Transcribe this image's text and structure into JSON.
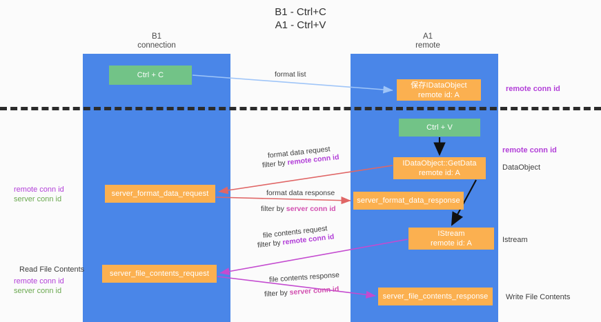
{
  "title": {
    "line1": "B1 - Ctrl+C",
    "line2": "A1 - Ctrl+V"
  },
  "columns": [
    {
      "name": "B1",
      "sub": "connection"
    },
    {
      "name": "A1",
      "sub": "remote"
    }
  ],
  "boxes": {
    "ctrl_c": {
      "line1": "Ctrl + C",
      "line2": "",
      "color": "#72c387"
    },
    "save_idataobject": {
      "line1": "保存IDataObject",
      "line2": "remote id: A",
      "color": "#fbb050"
    },
    "ctrl_v": {
      "line1": "Ctrl + V",
      "line2": "",
      "color": "#72c387"
    },
    "getdata": {
      "line1": "IDataObject::GetData",
      "line2": "remote id: A",
      "color": "#fbb050"
    },
    "server_format_data_request": {
      "line1": "server_format_data_request",
      "line2": "",
      "color": "#fbb050"
    },
    "server_format_data_response": {
      "line1": "server_format_data_response",
      "line2": "",
      "color": "#fbb050"
    },
    "istream": {
      "line1": "IStream",
      "line2": "remote id: A",
      "color": "#fbb050"
    },
    "server_file_contents_request": {
      "line1": "server_file_contents_request",
      "line2": "",
      "color": "#fbb050"
    },
    "server_file_contents_response": {
      "line1": "server_file_contents_response",
      "line2": "",
      "color": "#fbb050"
    }
  },
  "side_labels": {
    "remote_conn_id_top": "remote conn id",
    "remote_conn_id_mid": "remote conn id",
    "dataobject": "DataObject",
    "istream": "Istream",
    "write_file_contents": "Write File Contents",
    "read_file_contents": "Read File Contents",
    "left_mid_remote": "remote conn id",
    "left_mid_server": "server conn id",
    "left_bot_remote": "remote conn id",
    "left_bot_server": "server conn id"
  },
  "arrow_labels": {
    "format_list": "format list",
    "format_data_request": "format data request",
    "format_data_request_filter_prefix": "filter by ",
    "format_data_request_filter_key": "remote conn id",
    "format_data_response": "format data response",
    "format_data_response_filter_prefix": "filter by ",
    "format_data_response_filter_key": "server conn id",
    "file_contents_request": "file contents request",
    "file_contents_request_filter_prefix": "filter by ",
    "file_contents_request_filter_key": "remote conn id",
    "file_contents_response": "file contents response",
    "file_contents_response_filter_prefix": "filter by ",
    "file_contents_response_filter_key": "server conn id"
  },
  "colors": {
    "lane": "#4a86e8",
    "green_box": "#72c387",
    "orange_box": "#fbb050",
    "purple_text": "#b23fd8",
    "green_text": "#6aa84f",
    "pink_text": "#d24fb0",
    "format_list_arrow": "#9fc5f8",
    "format_data_arrow": "#e06666",
    "file_contents_arrow": "#c44bd0",
    "black_arrow": "#111111",
    "divider": "#2b2b2b"
  }
}
